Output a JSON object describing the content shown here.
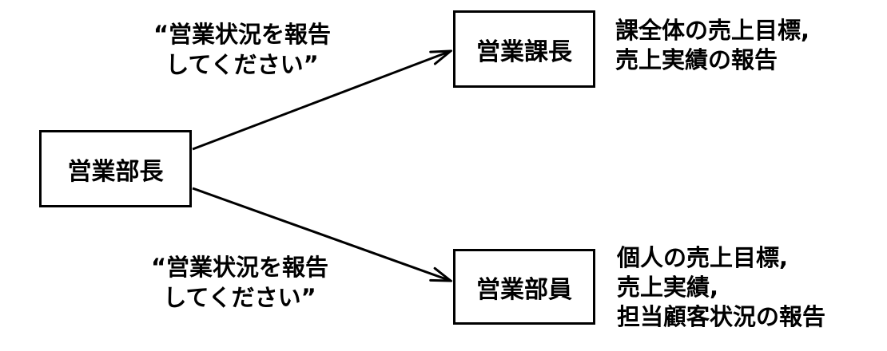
{
  "diagram": {
    "background_color": "#ffffff",
    "ink_color": "#000000",
    "nodes": [
      {
        "id": "sales-department-manager",
        "label": "営業部長"
      },
      {
        "id": "sales-section-chief",
        "label": "営業課長"
      },
      {
        "id": "sales-staff-member",
        "label": "営業部員"
      }
    ],
    "edges": [
      {
        "from": "sales-department-manager",
        "to": "sales-section-chief",
        "label_line1": "“営業状況を報告",
        "label_line2": "してください”"
      },
      {
        "from": "sales-department-manager",
        "to": "sales-staff-member",
        "label_line1": "“営業状況を報告",
        "label_line2": "してください”"
      }
    ],
    "annotations": [
      {
        "target": "sales-section-chief",
        "lines": [
          "課全体の売上目標,",
          "売上実績の報告"
        ]
      },
      {
        "target": "sales-staff-member",
        "lines": [
          "個人の売上目標,",
          "売上実績,",
          "担当顧客状況の報告"
        ]
      }
    ]
  }
}
